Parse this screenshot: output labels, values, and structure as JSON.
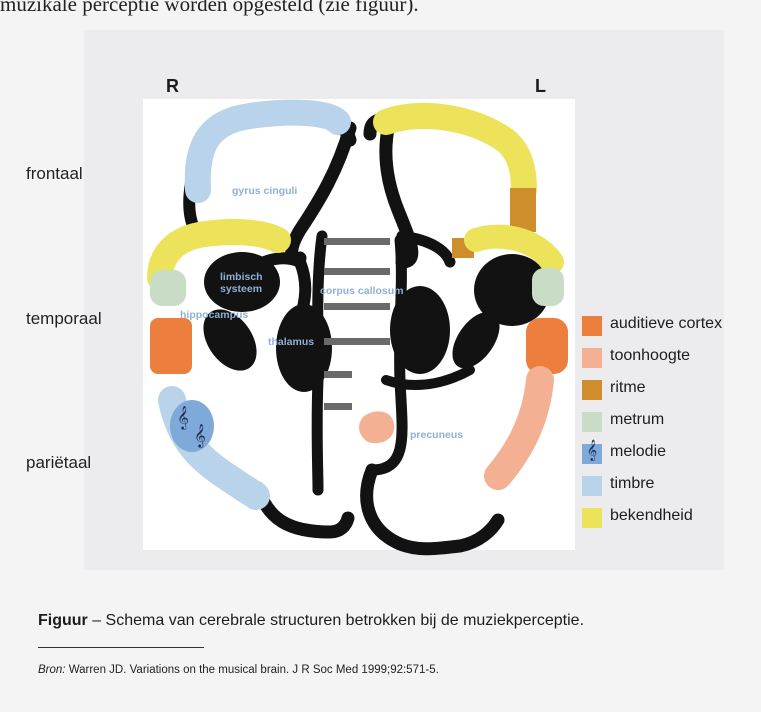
{
  "intro_text": "muzikale perceptie worden opgesteld (zie figuur).",
  "hemispheres": {
    "right": "R",
    "left": "L"
  },
  "lobes": {
    "frontal": "frontaal",
    "temporal": "temporaal",
    "parietal": "pariëtaal"
  },
  "regions": {
    "gyrus_cinguli": "gyrus cinguli",
    "limbic_line1": "limbisch",
    "limbic_line2": "systeem",
    "corpus_callosum": "corpus callosum",
    "hippocampus": "hippocampus",
    "thalamus": "thalamus",
    "precuneus": "precuneus"
  },
  "legend": [
    {
      "label": "auditieve cortex",
      "color": "#ec7f3e",
      "icon": ""
    },
    {
      "label": "toonhoogte",
      "color": "#f4b093",
      "icon": ""
    },
    {
      "label": "ritme",
      "color": "#cf8e2c",
      "icon": ""
    },
    {
      "label": "metrum",
      "color": "#c8dcc6",
      "icon": ""
    },
    {
      "label": "melodie",
      "color": "#7ea9d8",
      "icon": "𝄞"
    },
    {
      "label": "timbre",
      "color": "#b9d3ea",
      "icon": ""
    },
    {
      "label": "bekendheid",
      "color": "#ece35b",
      "icon": ""
    }
  ],
  "caption": {
    "label": "Figuur",
    "text": " – Schema van cerebrale structuren betrokken bij de muziekperceptie."
  },
  "source": {
    "label": "Bron:",
    "text": " Warren JD. Variations on the musical brain. J R Soc Med 1999;92:571-5."
  }
}
